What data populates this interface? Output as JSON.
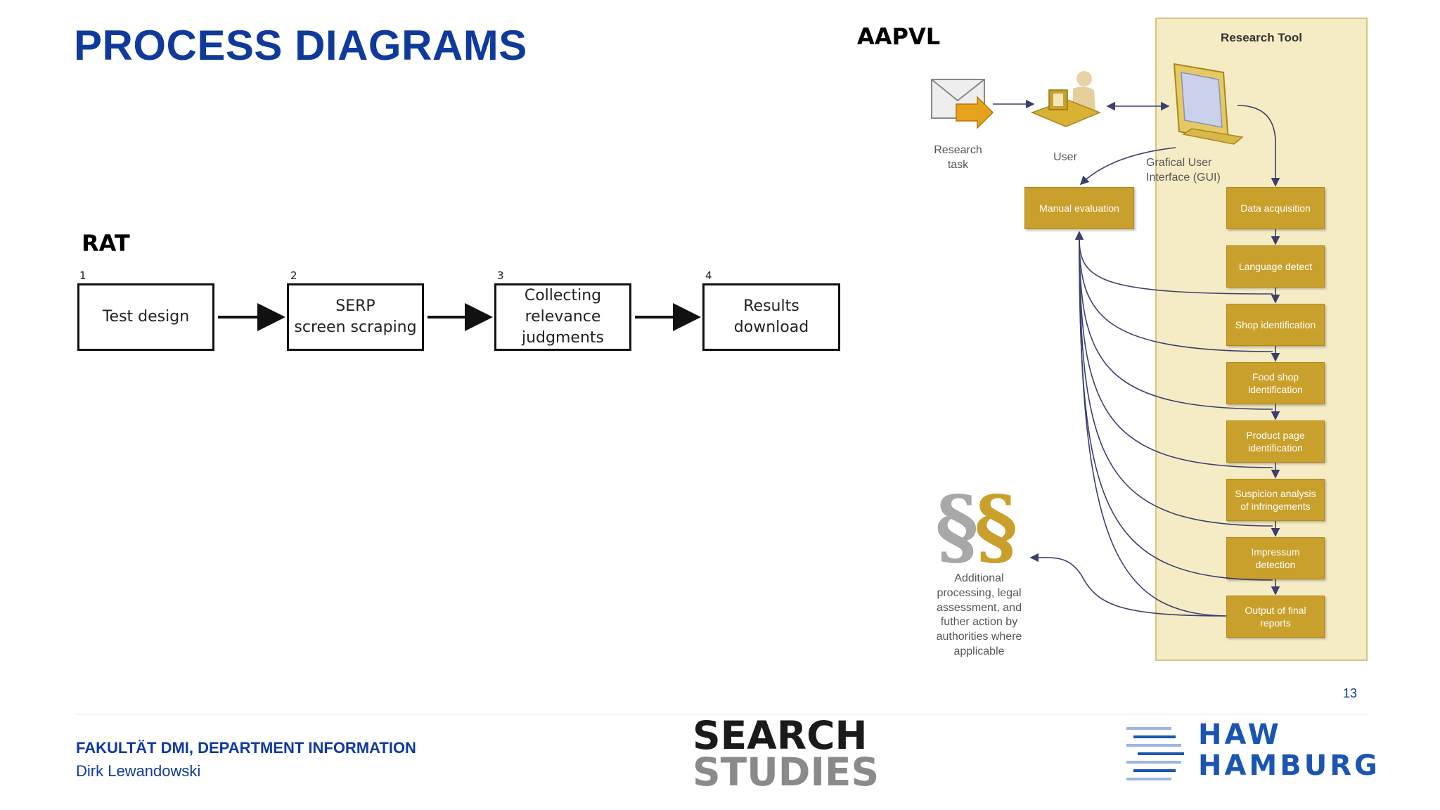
{
  "title": "PROCESS DIAGRAMS",
  "rat": {
    "label": "RAT",
    "steps": [
      {
        "num": "1",
        "text": "Test design"
      },
      {
        "num": "2",
        "text": "SERP\nscreen scraping"
      },
      {
        "num": "3",
        "text": "Collecting\nrelevance\njudgments"
      },
      {
        "num": "4",
        "text": "Results\ndownload"
      }
    ]
  },
  "aapvl": {
    "label": "AAPVL",
    "research_tool": "Research Tool",
    "research_task": "Research\ntask",
    "user": "User",
    "gui": "Grafical User\nInterface (GUI)",
    "manual_evaluation": "Manual evaluation",
    "pipeline": [
      "Data acquisition",
      "Language detect",
      "Shop identification",
      "Food shop\nidentification",
      "Product page\nidentification",
      "Suspicion analysis\nof infringements",
      "Impressum\ndetection",
      "Output of final\nreports"
    ],
    "additional": "Additional\nprocessing, legal\nassessment, and\nfuther action by\nauthorities where\napplicable",
    "paragraph_symbols": "§§"
  },
  "footer": {
    "faculty": "FAKULTÄT DMI, DEPARTMENT INFORMATION",
    "author": "Dirk Lewandowski",
    "page": "13",
    "logo_search": "SEARCH",
    "logo_studies": "STUDIES",
    "haw_line1": "HAW",
    "haw_line2": "HAMBURG"
  },
  "colors": {
    "title_blue": "#0f3a9c",
    "gold": "#c9a02b",
    "panel": "#f5ecc6",
    "arrow": "#3b3f6e"
  }
}
